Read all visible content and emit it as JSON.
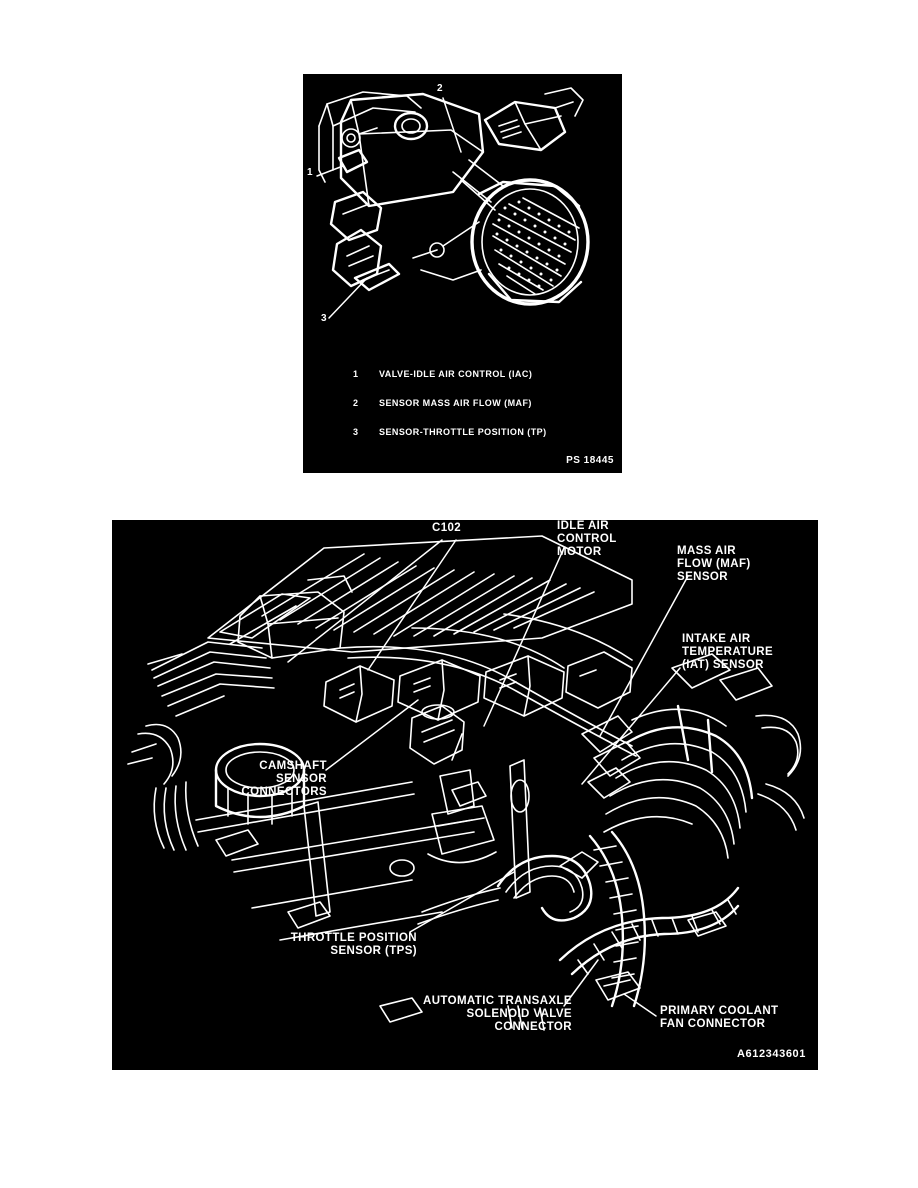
{
  "document": {
    "background_color": "#ffffff",
    "plate_color": "#000000",
    "line_color": "#ffffff"
  },
  "figure_top": {
    "name": "throttle-body-assembly-illustration",
    "code": "PS 18445",
    "callouts": [
      {
        "number": "1",
        "label": "VALVE-IDLE AIR CONTROL (IAC)"
      },
      {
        "number": "2",
        "label": "SENSOR MASS AIR FLOW (MAF)"
      },
      {
        "number": "3",
        "label": "SENSOR-THROTTLE POSITION (TP)"
      }
    ]
  },
  "figure_bottom": {
    "name": "engine-compartment-connector-locations",
    "code": "A612343601",
    "labels": {
      "c102": "C102",
      "idle_air_control_motor": "IDLE AIR\nCONTROL\nMOTOR",
      "mass_air_flow_sensor": "MASS AIR\nFLOW (MAF)\nSENSOR",
      "intake_air_temperature_sensor": "INTAKE AIR\nTEMPERATURE\n(IAT) SENSOR",
      "camshaft_sensor_connectors": "CAMSHAFT\nSENSOR\nCONNECTORS",
      "throttle_position_sensor": "THROTTLE POSITION\nSENSOR (TPS)",
      "automatic_transaxle_solenoid": "AUTOMATIC TRANSAXLE\nSOLENOID VALVE\nCONNECTOR",
      "primary_coolant_fan_connector": "PRIMARY COOLANT\nFAN CONNECTOR"
    }
  }
}
